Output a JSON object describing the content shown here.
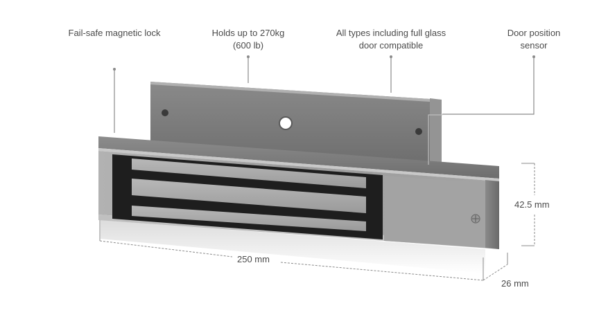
{
  "diagram": {
    "subject": "Magnetic lock with L-bracket armature",
    "callouts": [
      {
        "id": "fail-safe",
        "lines": [
          "Fail-safe magnetic lock"
        ]
      },
      {
        "id": "holding-force",
        "lines": [
          "Holds up to 270kg",
          "(600 lb)"
        ]
      },
      {
        "id": "door-compat",
        "lines": [
          "All types including full glass",
          "door compatible"
        ]
      },
      {
        "id": "door-sensor",
        "lines": [
          "Door position",
          "sensor"
        ]
      }
    ],
    "dimensions": {
      "length": "250 mm",
      "height": "42.5 mm",
      "depth": "26 mm"
    },
    "colors": {
      "text": "#4a4a4a",
      "leader_line": "#8a8a8a",
      "dimension_line": "#8a8a8a",
      "body_metal": "#9a9a9a",
      "bracket_metal": "#7d7d7d",
      "coil_dark": "#1e1e1e",
      "coil_strip": "#a8a8a8",
      "background": "#ffffff"
    }
  }
}
